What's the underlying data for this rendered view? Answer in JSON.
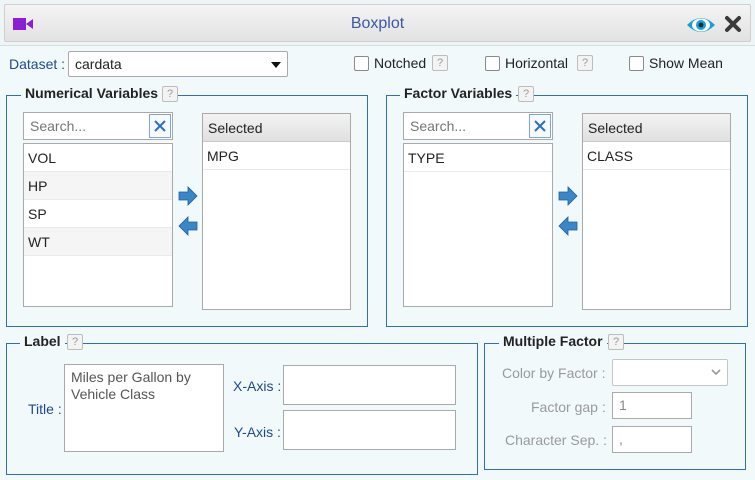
{
  "window": {
    "title": "Boxplot",
    "icon": "video-camera-icon",
    "accent_color": "#8a1fd6",
    "title_color": "#3b57a6",
    "eye_color": "#15a0d6"
  },
  "dataset": {
    "label": "Dataset :",
    "value": "cardata"
  },
  "options": {
    "notched": {
      "label": "Notched",
      "checked": false
    },
    "horizontal": {
      "label": "Horizontal",
      "checked": false
    },
    "show_mean": {
      "label": "Show Mean",
      "checked": false
    },
    "help": "?"
  },
  "numerical": {
    "title": "Numerical Variables",
    "search_placeholder": "Search...",
    "available": [
      "VOL",
      "HP",
      "SP",
      "WT"
    ],
    "selected_header": "Selected",
    "selected": [
      "MPG"
    ]
  },
  "factor": {
    "title": "Factor Variables",
    "search_placeholder": "Search...",
    "available": [
      "TYPE"
    ],
    "selected_header": "Selected",
    "selected": [
      "CLASS"
    ]
  },
  "label_group": {
    "title": "Label",
    "title_label": "Title :",
    "title_value": "Miles per Gallon by Vehicle Class",
    "xaxis_label": "X-Axis :",
    "xaxis_value": "",
    "yaxis_label": "Y-Axis :",
    "yaxis_value": ""
  },
  "multiple_factor": {
    "title": "Multiple Factor",
    "color_by_label": "Color by Factor :",
    "color_by_value": "",
    "factor_gap_label": "Factor gap :",
    "factor_gap_value": "1",
    "char_sep_label": "Character Sep. :",
    "char_sep_value": ","
  },
  "colors": {
    "group_border": "#2f6fb6",
    "label_text": "#1e4a8c",
    "arrow_fill": "#3a86c8",
    "background": "#f1f9fb"
  }
}
